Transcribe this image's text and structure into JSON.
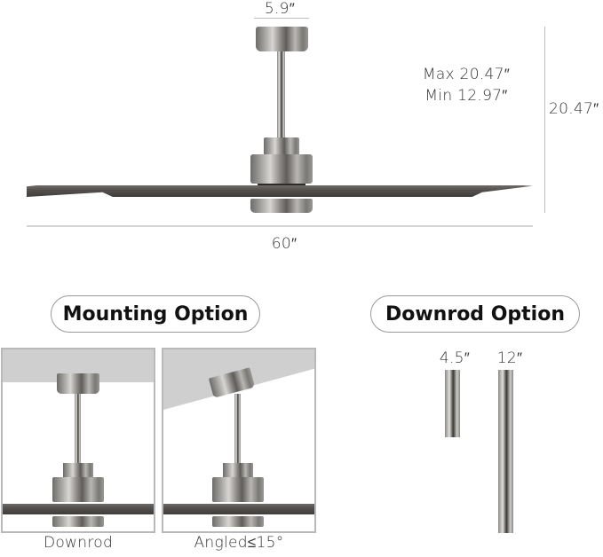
{
  "dimensions": {
    "canopy_width": "5.9″",
    "height_range_max": "Max 20.47″",
    "height_range_min": "Min 12.97″",
    "total_height": "20.47″",
    "span": "60″"
  },
  "mounting": {
    "title": "Mounting Option",
    "options": [
      {
        "label": "Downrod"
      },
      {
        "label": "Angled≤15°"
      }
    ]
  },
  "downrod": {
    "title": "Downrod Option",
    "rods": [
      {
        "label": "4.5″"
      },
      {
        "label": "12″"
      }
    ]
  },
  "colors": {
    "metal": "#a8a6a3",
    "blade": "#54504d",
    "ceiling": "#cfcfcf",
    "dimension_line": "#bdbdbd"
  }
}
